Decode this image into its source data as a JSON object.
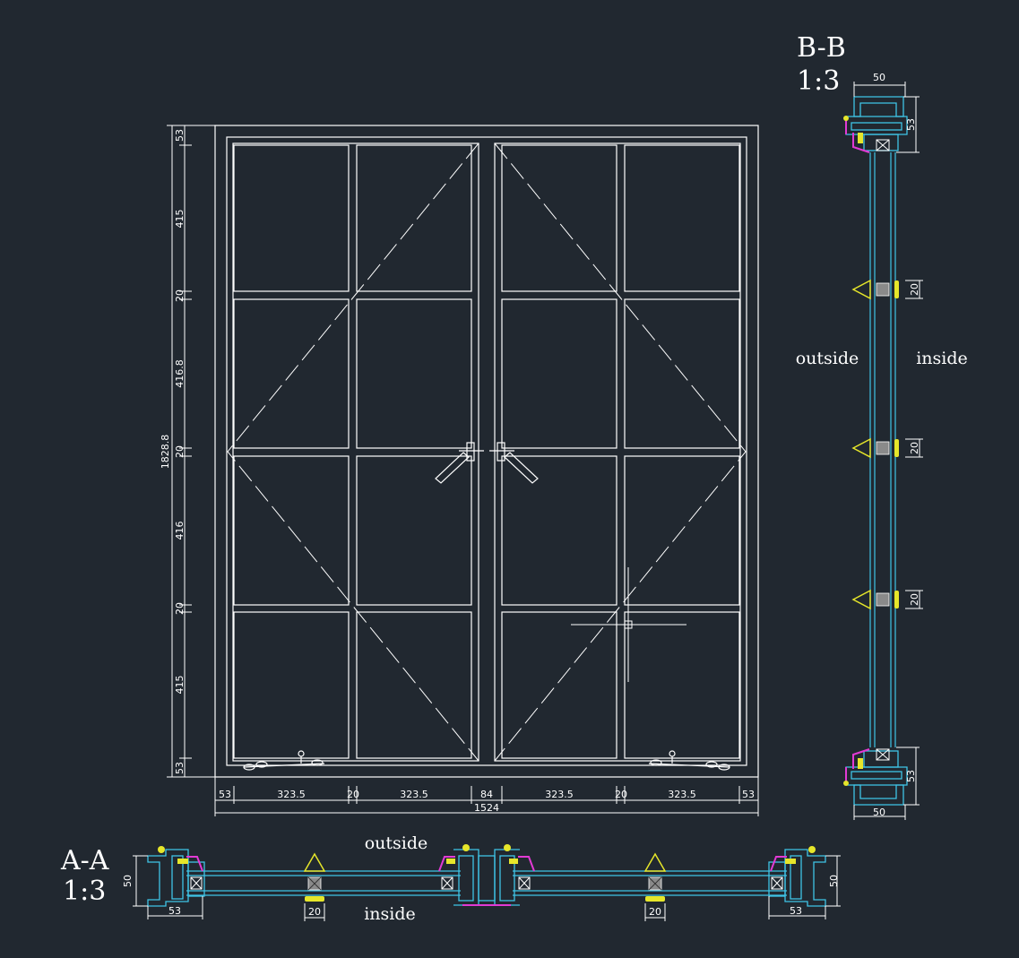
{
  "section_aa": {
    "name": "A-A",
    "scale": "1:3"
  },
  "section_bb": {
    "name": "B-B",
    "scale": "1:3"
  },
  "labels": {
    "outside": "outside",
    "inside": "inside"
  },
  "dims": {
    "left_vertical": [
      "53",
      "415",
      "20",
      "416.8",
      "20",
      "416",
      "20",
      "415",
      "53"
    ],
    "overall_height": "1828.8",
    "bottom_horizontal": [
      "53",
      "323.5",
      "20",
      "323.5",
      "84",
      "323.5",
      "20",
      "323.5",
      "53"
    ],
    "overall_width": "1524",
    "aa": {
      "depth_left": "50",
      "depth_right": "50",
      "frame_left": "53",
      "frame_right": "53",
      "bar_left": "20",
      "bar_right": "20"
    },
    "bb": {
      "depth_top": "50",
      "depth_bottom": "50",
      "frame_top": "53",
      "frame_bottom": "53",
      "bars": [
        "20",
        "20",
        "20"
      ]
    }
  },
  "colors": {
    "background": "#212830",
    "line": "#ffffff",
    "profile": "#3fc4e6",
    "gasket": "#e23ad4",
    "hardware": "#e6e62a",
    "glass_spacer": "#8a8a8a"
  }
}
